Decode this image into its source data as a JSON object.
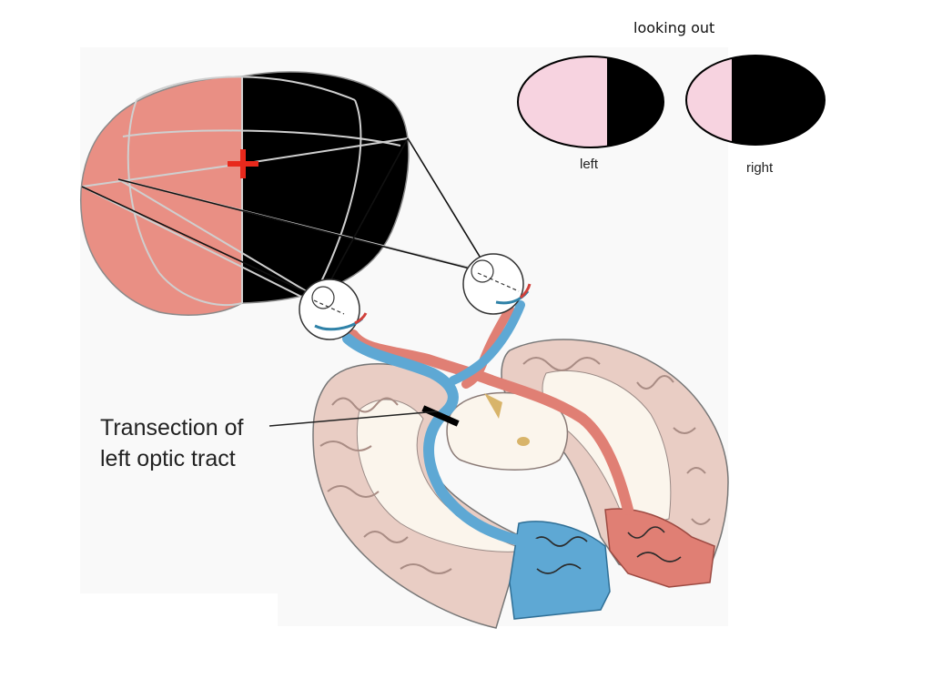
{
  "header": {
    "title": "looking out"
  },
  "eyes": {
    "left": {
      "label": "left",
      "colors": {
        "seen": "#f7d3e0",
        "blind": "#000000"
      }
    },
    "right": {
      "label": "right",
      "colors": {
        "seen": "#f7d3e0",
        "blind": "#000000"
      }
    }
  },
  "lesion": {
    "label_line1": "Transection of",
    "label_line2": "left optic tract"
  },
  "colors": {
    "left_visual_field": "#e98f84",
    "right_visual_field": "#000000",
    "left_pathway": "#e07f74",
    "right_pathway": "#5ea8d4",
    "brain_tissue": "#e9cdc4",
    "white_matter": "#fbf5ec",
    "fixation_mark": "#e8291c",
    "lesion_mark": "#000000"
  },
  "icons": [
    "eyeball-icon",
    "fixation-cross-icon",
    "lesion-bar-icon"
  ]
}
